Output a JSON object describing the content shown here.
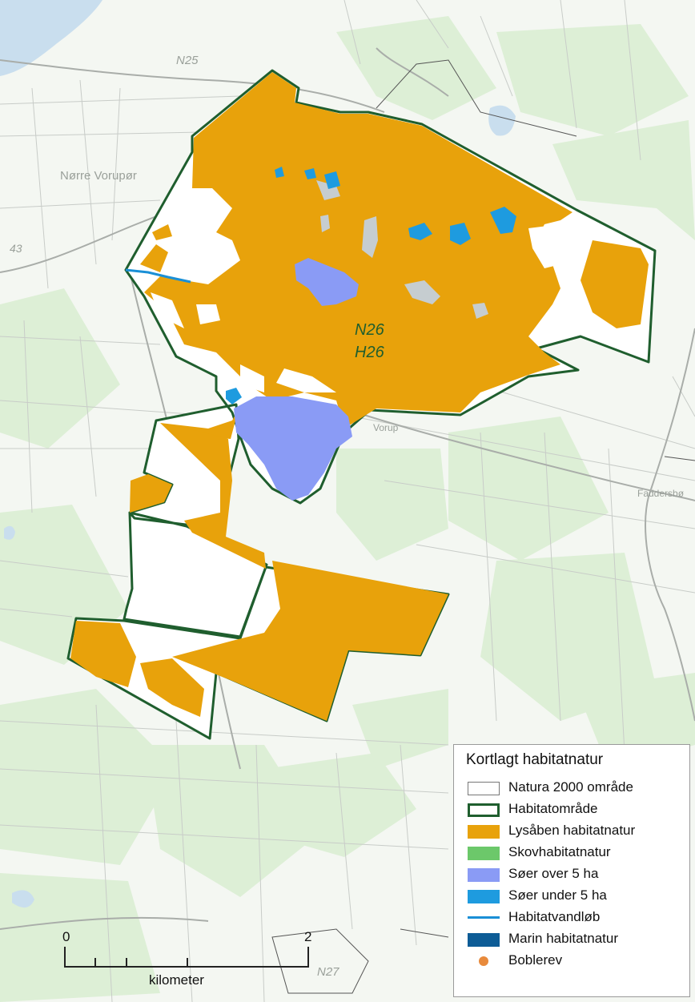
{
  "map": {
    "place_labels": {
      "n25": "N25",
      "norre_vorupor": "Nørre Vorupør",
      "n26": "N26",
      "h26": "H26",
      "vorup": "Vorup",
      "faddersbo": "Faddersbø",
      "n27": "N27",
      "road_43": "43"
    },
    "colors": {
      "lysaaben": "#E8A20B",
      "soer_over": "#8A9BF5",
      "soer_under": "#1E9BDF",
      "boundary": "#1F5E2E",
      "vandloeb": "#1A8FD6"
    }
  },
  "legend": {
    "title": "Kortlagt habitatnatur",
    "items": [
      {
        "label": "Natura 2000 område",
        "symbol": "natura-2000-box",
        "color": "#FFFFFF"
      },
      {
        "label": "Habitatområde",
        "symbol": "habitat-outline",
        "color": "#1F5E2E"
      },
      {
        "label": "Lysåben habitatnatur",
        "symbol": "fill",
        "color": "#E8A20B"
      },
      {
        "label": "Skovhabitatnatur",
        "symbol": "fill",
        "color": "#6CC86A"
      },
      {
        "label": "Søer over 5 ha",
        "symbol": "fill",
        "color": "#8A9BF5"
      },
      {
        "label": "Søer under 5 ha",
        "symbol": "fill",
        "color": "#1E9BDF"
      },
      {
        "label": "Habitatvandløb",
        "symbol": "line",
        "color": "#1A8FD6"
      },
      {
        "label": "Marin habitatnatur",
        "symbol": "fill",
        "color": "#0D5C96"
      },
      {
        "label": "Boblerev",
        "symbol": "dot",
        "color": "#E88A3C"
      }
    ]
  },
  "scalebar": {
    "start_label": "0",
    "end_label": "2",
    "unit_label": "kilometer"
  }
}
